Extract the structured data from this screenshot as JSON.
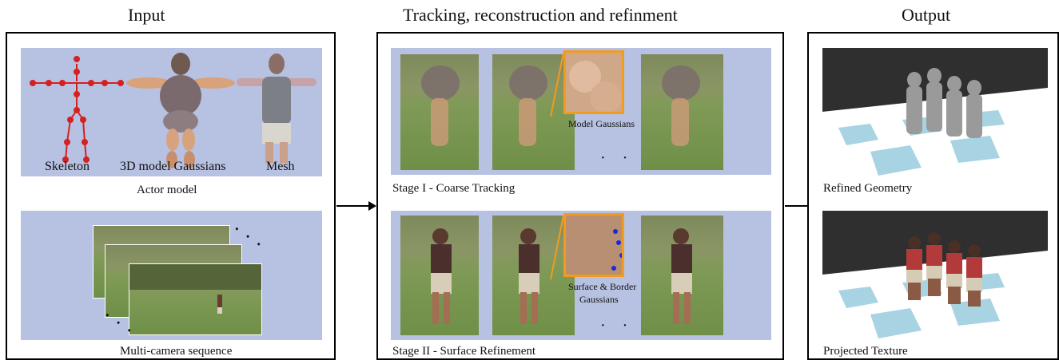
{
  "titles": {
    "input": "Input",
    "middle": "Tracking, reconstruction and refinment",
    "output": "Output"
  },
  "input": {
    "actor_labels": {
      "skeleton": "Skeleton",
      "gaussians": "3D model Gaussians",
      "mesh": "Mesh"
    },
    "actor_model_caption": "Actor model",
    "sequence_caption": "Multi-camera sequence"
  },
  "middle": {
    "stage1_caption": "Stage I - Coarse Tracking",
    "stage2_caption": "Stage II - Surface Refinement",
    "zoom1_label": "Model Gaussians",
    "zoom2_label_line1": "Surface & Border",
    "zoom2_label_line2": "Gaussians",
    "ellipsis": "· · ·"
  },
  "output": {
    "refined_caption": "Refined Geometry",
    "projected_caption": "Projected Texture"
  },
  "colors": {
    "panel_bg": "#b7c1e1",
    "highlight": "#f29b1e",
    "skeleton": "#d42020",
    "floor_tile": "#a8d3e3"
  }
}
